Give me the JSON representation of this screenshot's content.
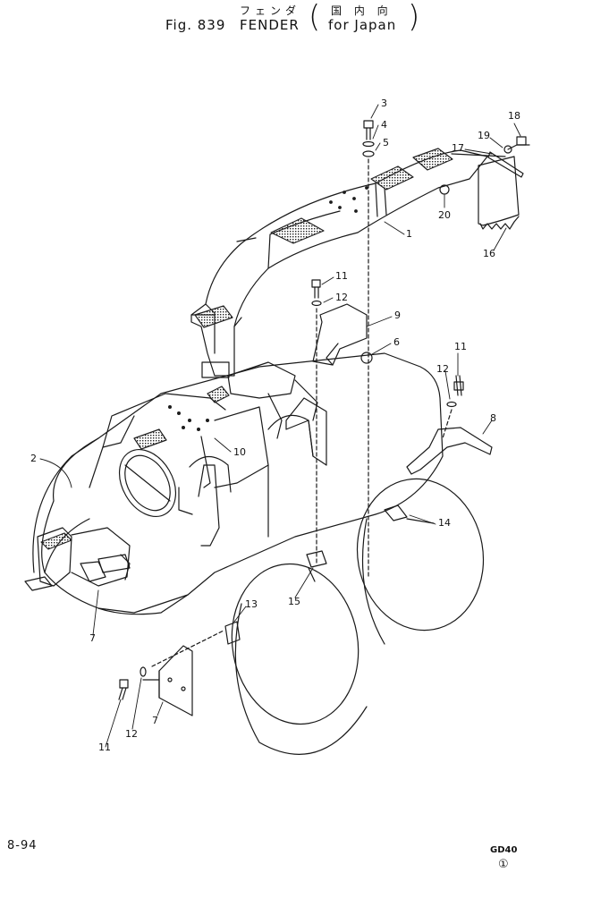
{
  "header": {
    "fig_label": "Fig. 839",
    "title_jp": "フェンダ",
    "title_en": "FENDER",
    "paren_open": "(",
    "paren_close": ")",
    "spec_jp": "国 内 向",
    "spec_en": "for Japan"
  },
  "callouts": [
    "3",
    "4",
    "5",
    "18",
    "19",
    "17",
    "20",
    "1",
    "16",
    "11",
    "12",
    "9",
    "6",
    "11",
    "12",
    "8",
    "2",
    "10",
    "14",
    "13",
    "15",
    "7",
    "7",
    "11",
    "12"
  ],
  "footer": {
    "page_number": "8-94",
    "model": "GD40",
    "revision": "①"
  }
}
